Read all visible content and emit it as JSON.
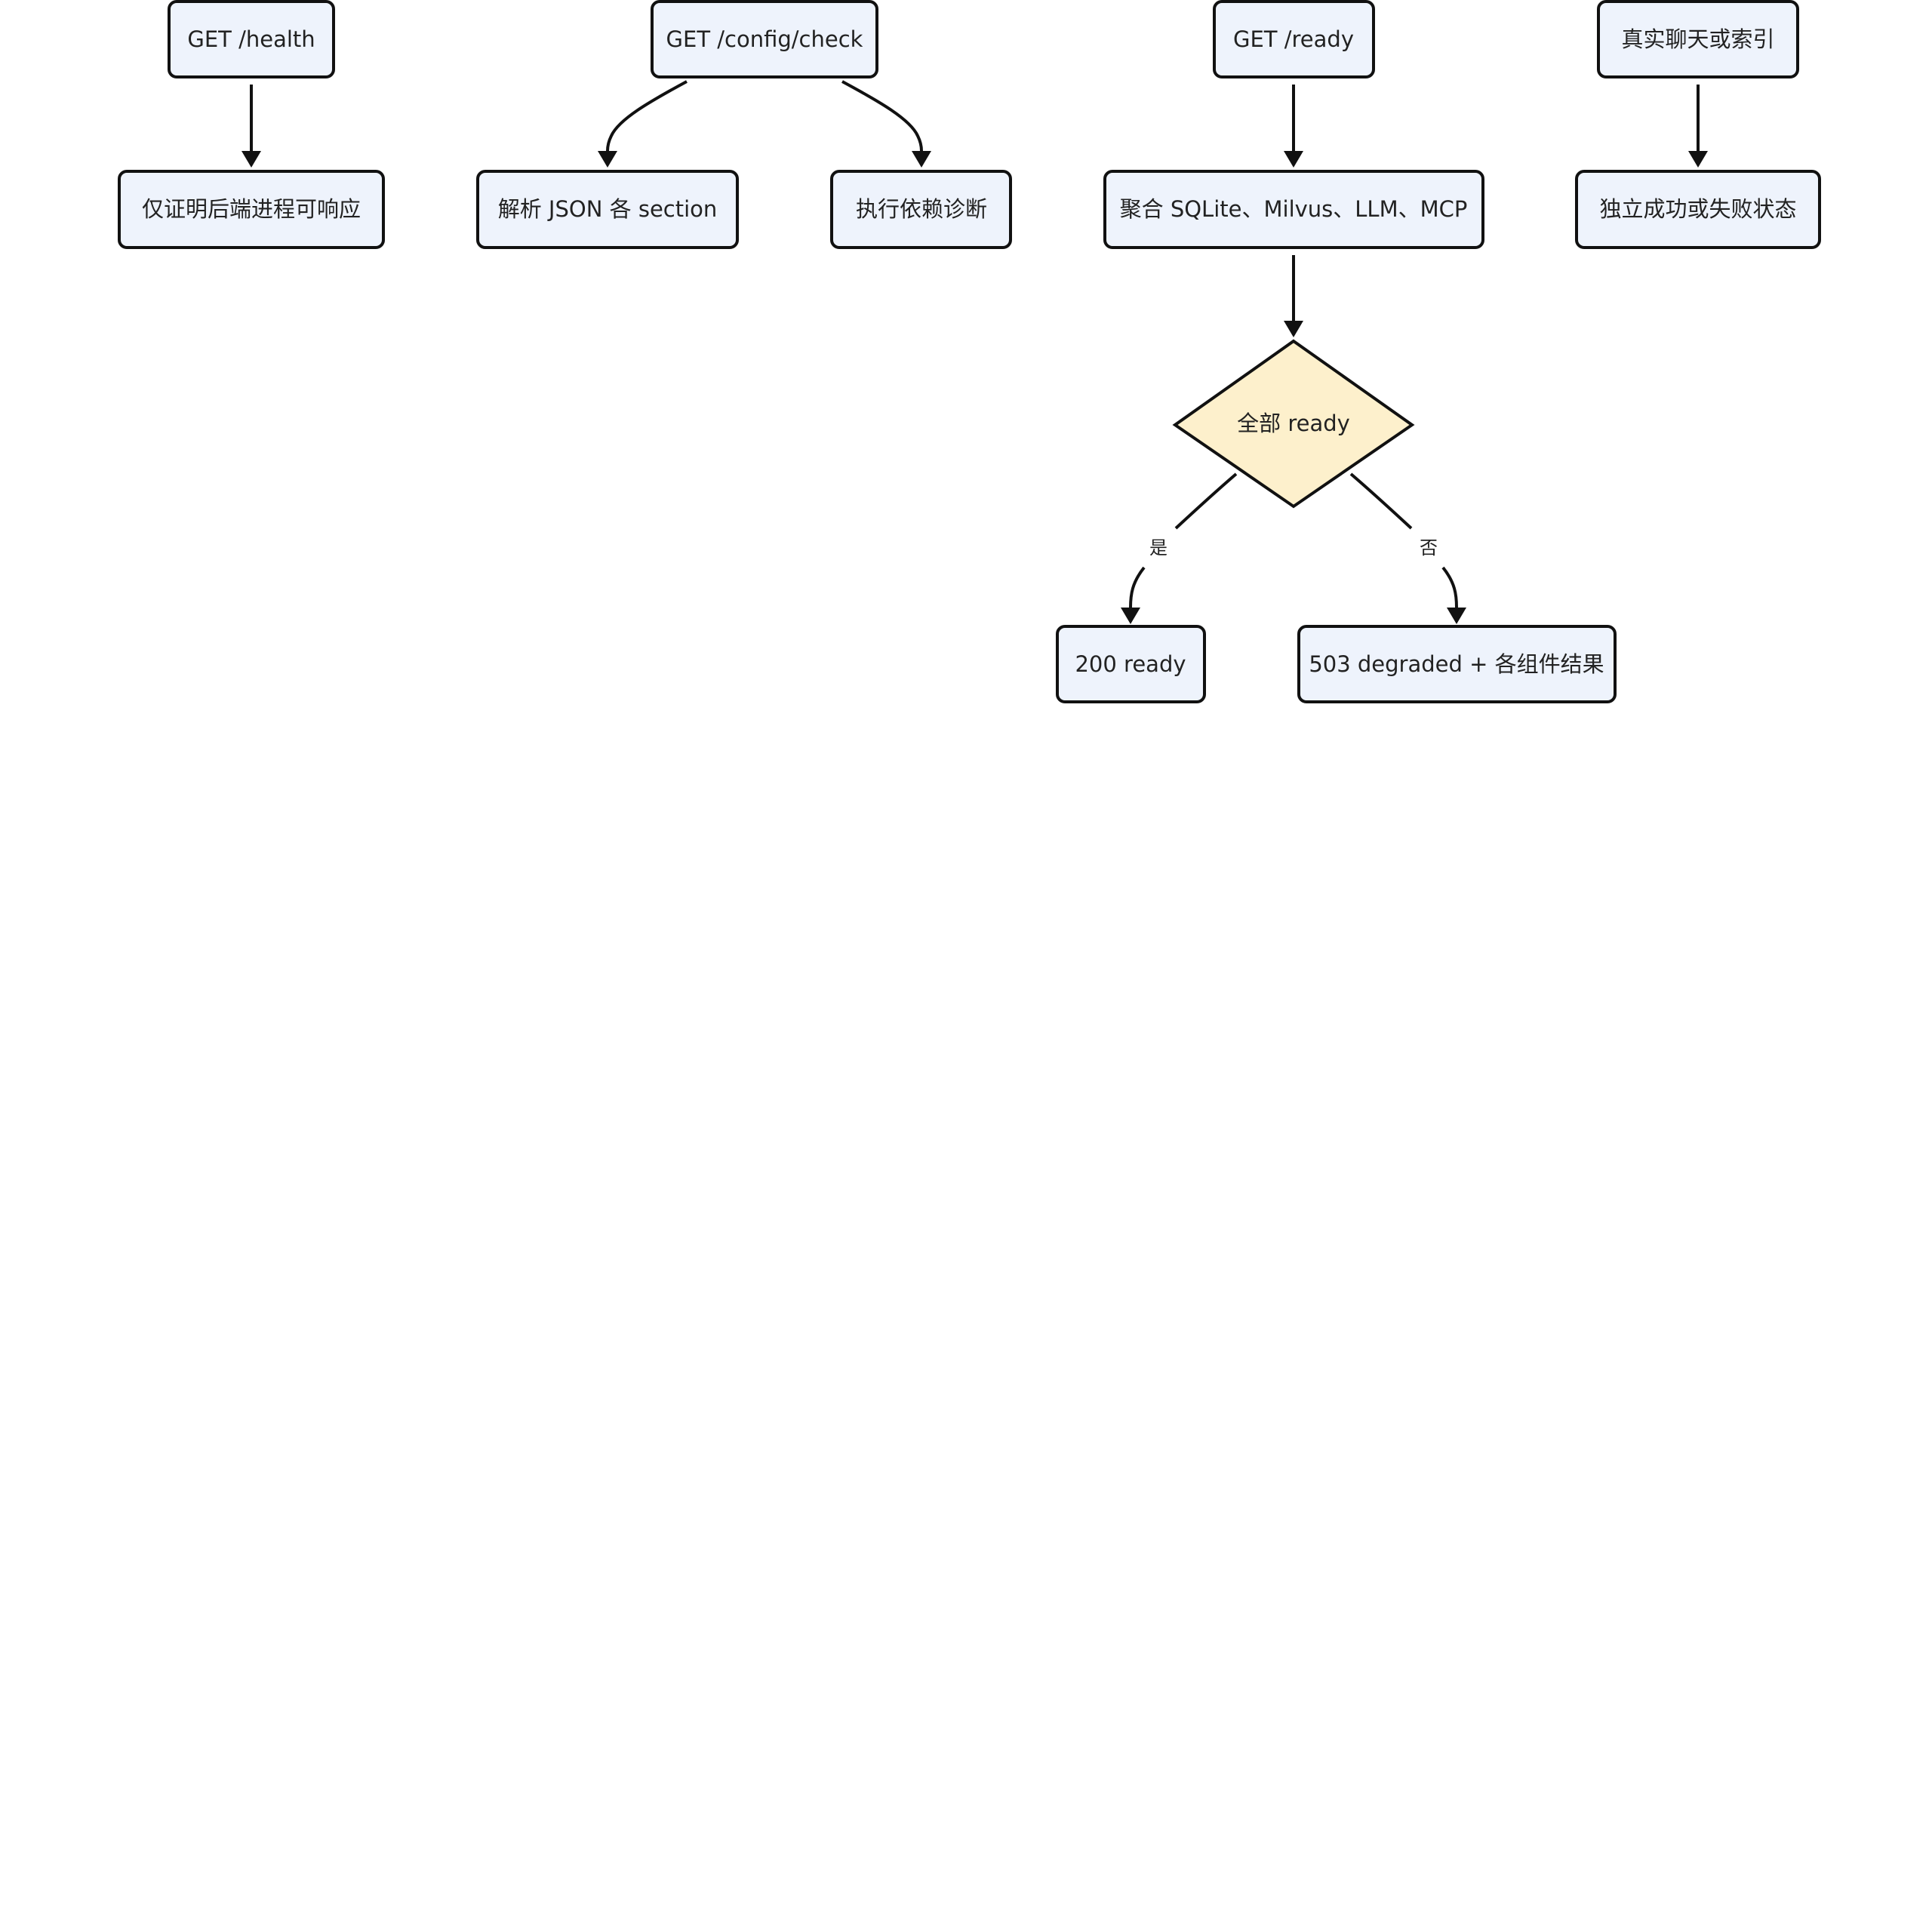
{
  "colors": {
    "node_fill": "#eef3fc",
    "decision_fill": "#fdf0cc",
    "stroke": "#111111",
    "text": "#222222"
  },
  "nodes": {
    "health": "GET /health",
    "health_result": "仅证明后端进程可响应",
    "config_check": "GET /config/check",
    "parse_json": "解析 JSON 各 section",
    "run_diagnostics": "执行依赖诊断",
    "ready": "GET /ready",
    "aggregate": "聚合 SQLite、Milvus、LLM、MCP",
    "all_ready": "全部 ready",
    "ready_200": "200 ready",
    "degraded_503": "503 degraded + 各组件结果",
    "real_chat": "真实聊天或索引",
    "independent_state": "独立成功或失败状态"
  },
  "edges": {
    "yes_label": "是",
    "no_label": "否"
  }
}
